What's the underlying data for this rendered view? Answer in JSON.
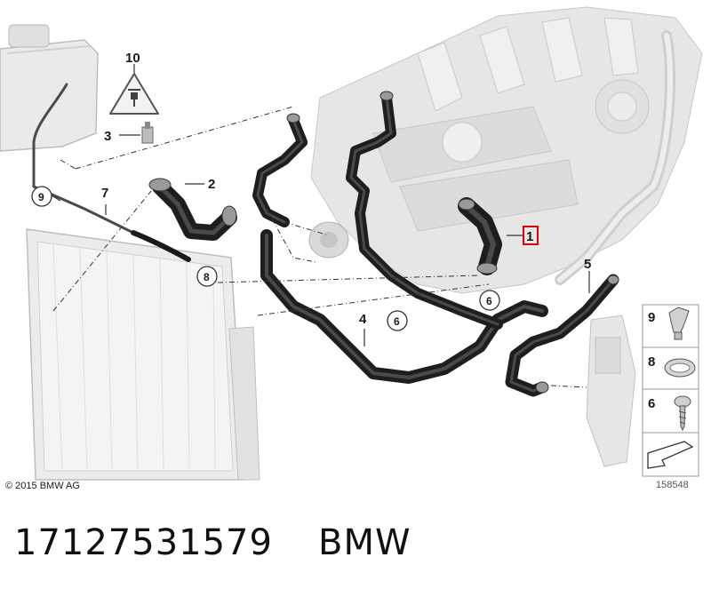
{
  "diagram": {
    "callouts": {
      "c1": "1",
      "c2": "2",
      "c3": "3",
      "c4": "4",
      "c5": "5",
      "c6a": "6",
      "c6b": "6",
      "c7": "7",
      "c8": "8",
      "c9": "9",
      "c10": "10"
    },
    "legend": [
      "9",
      "8",
      "6"
    ],
    "copyright": "© 2015 BMW AG",
    "reference_number": "158548",
    "highlight_color": "#e00000"
  },
  "caption": {
    "part_number": "17127531579",
    "brand": "BMW"
  }
}
